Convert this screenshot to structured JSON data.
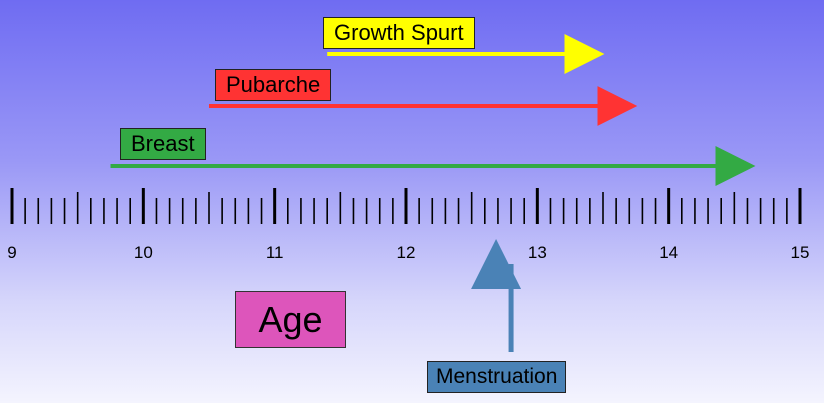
{
  "axis": {
    "min": 9,
    "max": 15,
    "labels": [
      "9",
      "10",
      "11",
      "12",
      "13",
      "14",
      "15"
    ],
    "minor_divisions_per_unit": 10,
    "title": "Age"
  },
  "bars": [
    {
      "label": "Growth Spurt",
      "start": 11.4,
      "end": 13.45,
      "color": "#ffff00"
    },
    {
      "label": "Pubarche",
      "start": 10.5,
      "end": 13.7,
      "color": "#ff3333"
    },
    {
      "label": "Breast",
      "start": 9.75,
      "end": 14.6,
      "color": "#33aa44"
    }
  ],
  "marker": {
    "label": "Menstruation",
    "at": 12.8,
    "color": "#4a82b6"
  },
  "age_box_color": "#dd55bb"
}
